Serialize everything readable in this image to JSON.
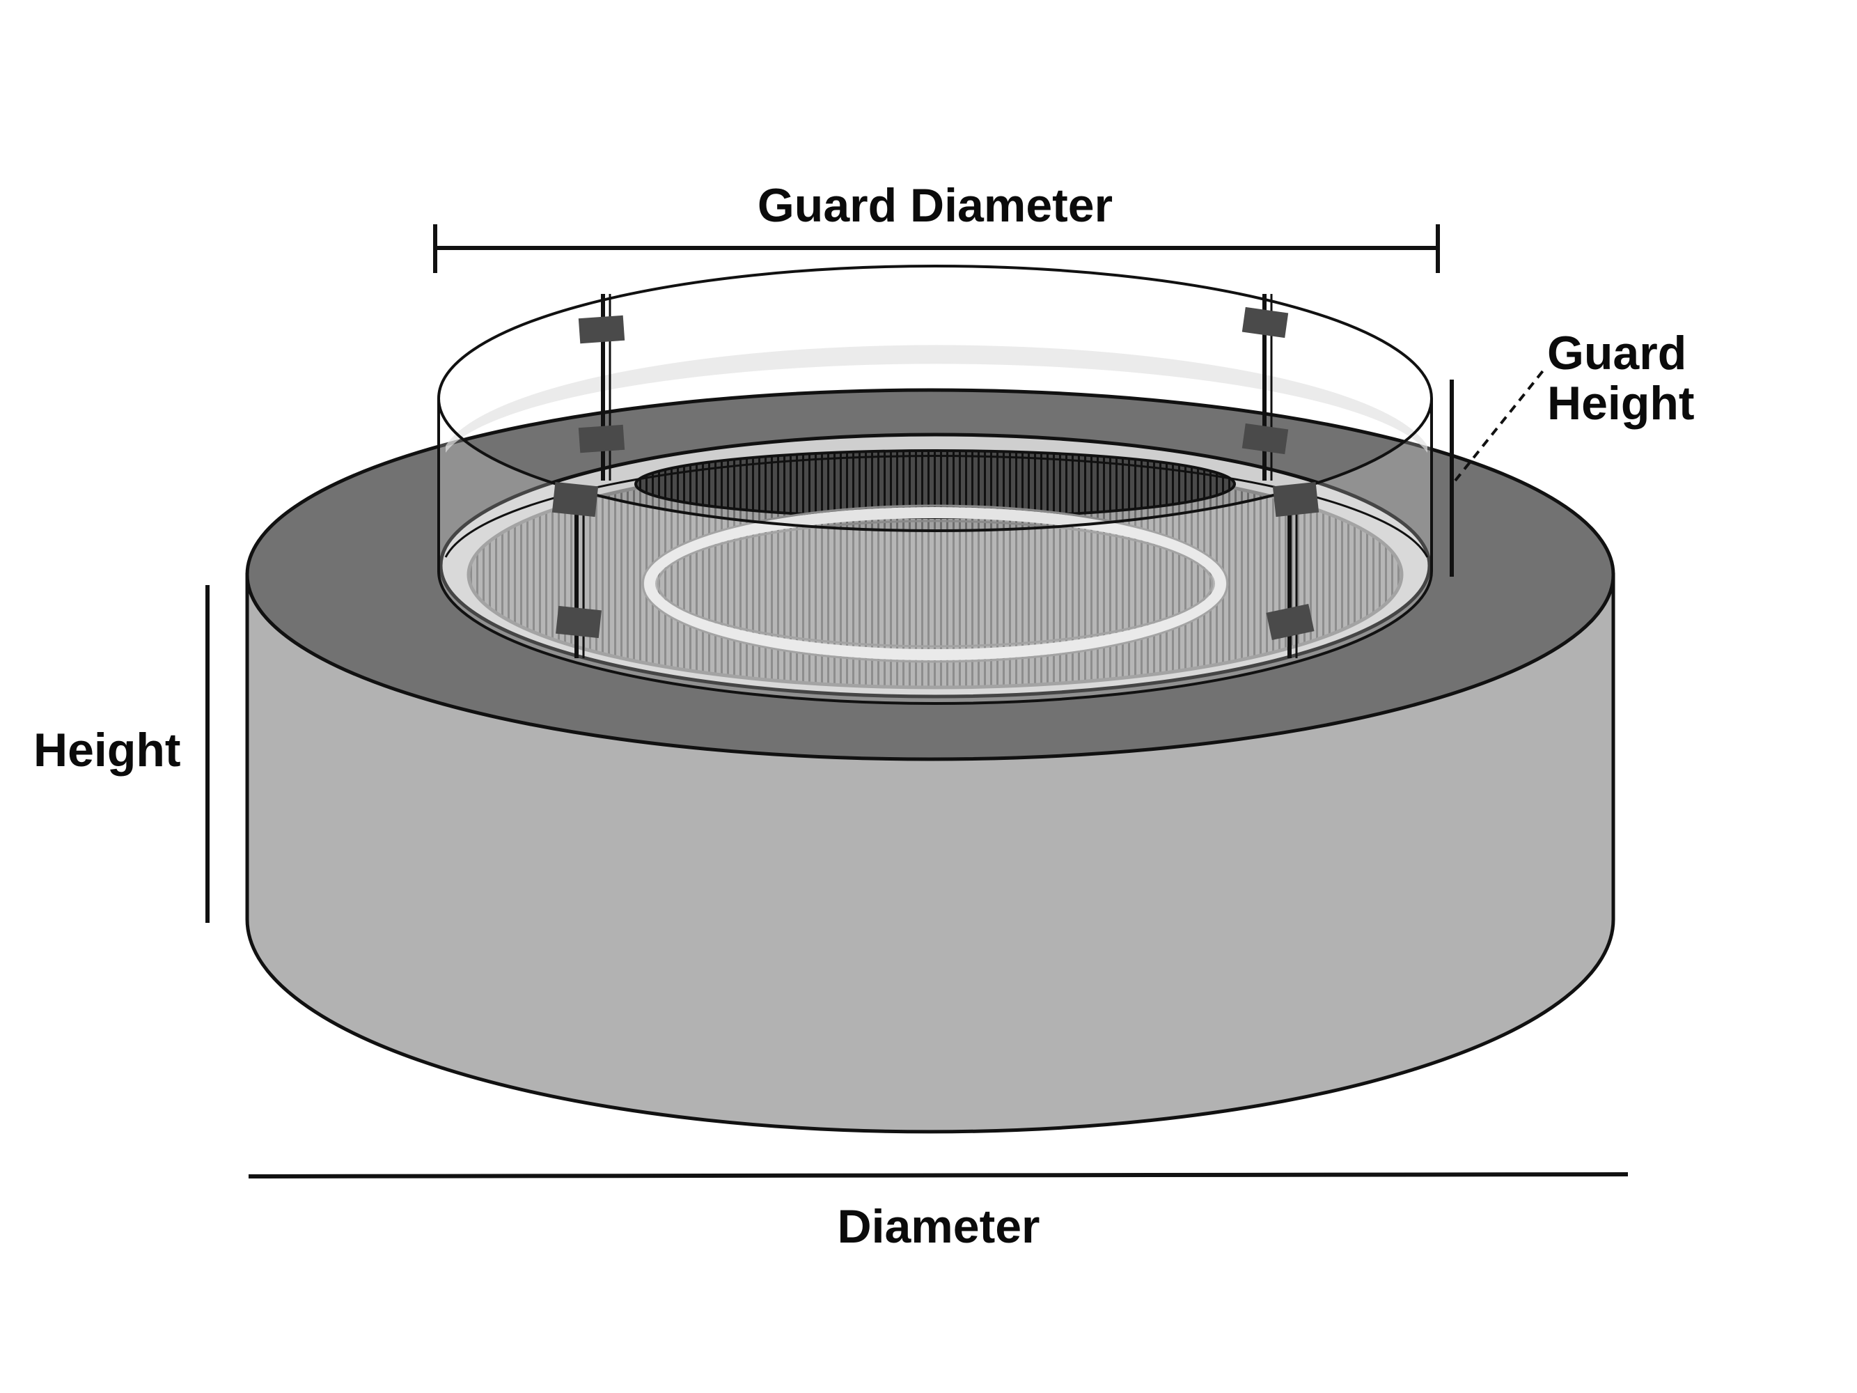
{
  "labels": {
    "guard_diameter": "Guard Diameter",
    "guard_height_line1": "Guard",
    "guard_height_line2": "Height",
    "height": "Height",
    "diameter": "Diameter"
  },
  "colors": {
    "background": "#ffffff",
    "outline": "#111111",
    "base_side": "#b2b2b2",
    "base_top_rim": "#727272",
    "glass_top_band": "#cfcfcf",
    "bowl_rim_light": "#cfcfcf",
    "burner_pan": "#9a9a9a",
    "burner_ring": "#e4e4e4",
    "bracket": "#4a4a4a"
  },
  "icons": {
    "base": "cylinder-fire-pit",
    "guard": "glass-wind-guard-ring"
  }
}
